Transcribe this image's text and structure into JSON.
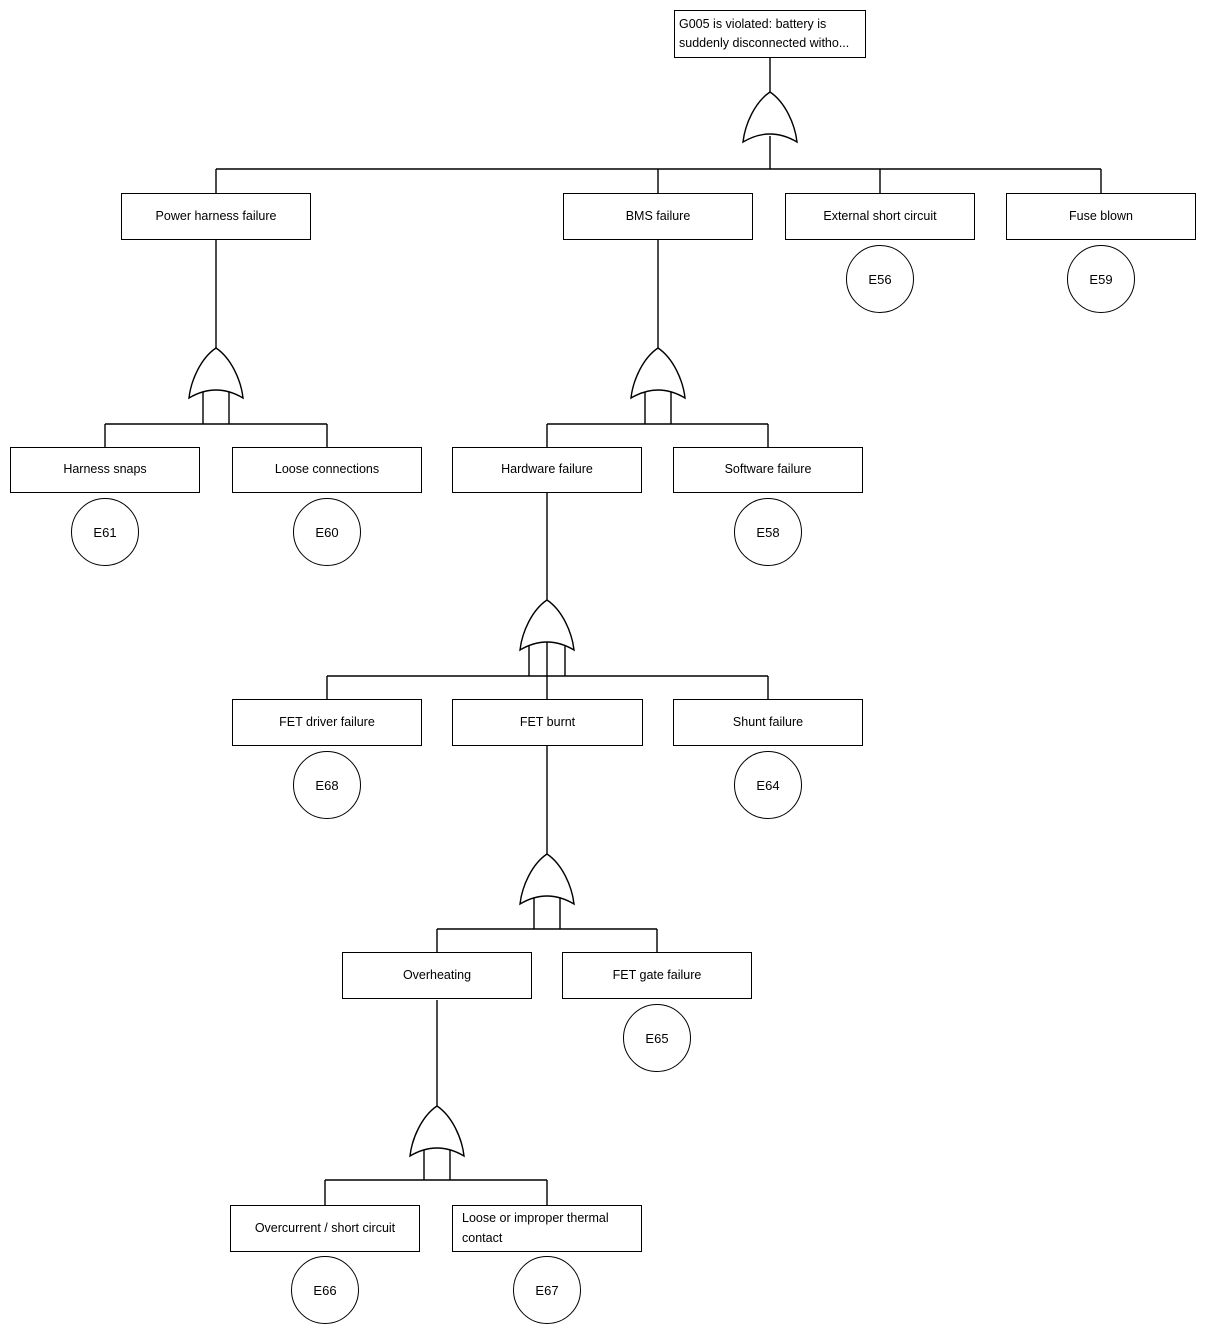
{
  "diagram": {
    "kind": "fault-tree",
    "gate_symbol": "or-gate",
    "colors": {
      "stroke": "#000000",
      "background": "#ffffff",
      "node_fill": "#ffffff",
      "text": "#000000"
    },
    "nodes": {
      "root": {
        "label": "G005 is violated: battery is suddenly disconnected witho..."
      },
      "power_harness_failure": {
        "label": "Power harness failure"
      },
      "bms_failure": {
        "label": "BMS failure"
      },
      "external_short_circuit": {
        "label": "External short circuit",
        "event": "E56"
      },
      "fuse_blown": {
        "label": "Fuse blown",
        "event": "E59"
      },
      "harness_snaps": {
        "label": "Harness snaps",
        "event": "E61"
      },
      "loose_connections": {
        "label": "Loose connections",
        "event": "E60"
      },
      "hardware_failure": {
        "label": "Hardware failure"
      },
      "software_failure": {
        "label": "Software failure",
        "event": "E58"
      },
      "fet_driver_failure": {
        "label": "FET driver failure",
        "event": "E68"
      },
      "fet_burnt": {
        "label": "FET burnt"
      },
      "shunt_failure": {
        "label": "Shunt failure",
        "event": "E64"
      },
      "overheating": {
        "label": "Overheating"
      },
      "fet_gate_failure": {
        "label": "FET gate failure",
        "event": "E65"
      },
      "overcurrent_short_circuit": {
        "label": "Overcurrent / short circuit",
        "event": "E66"
      },
      "loose_improper_thermal_contact": {
        "label": "Loose or improper thermal contact",
        "event": "E67"
      }
    }
  }
}
